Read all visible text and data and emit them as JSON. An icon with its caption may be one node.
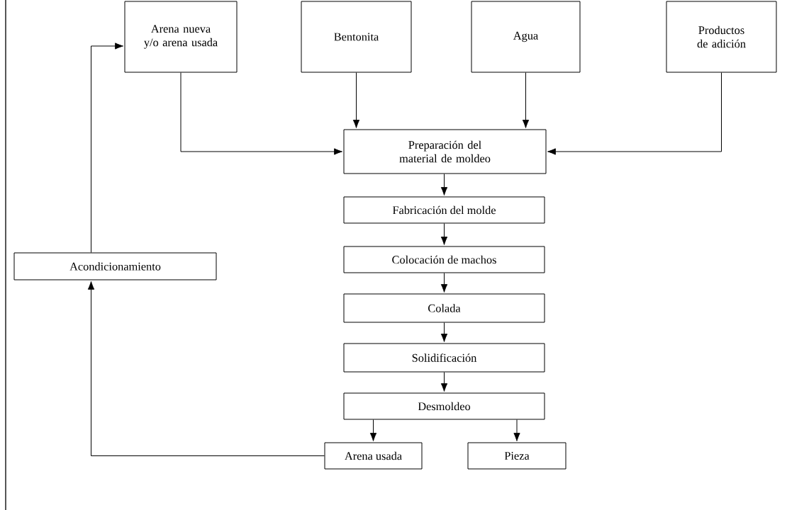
{
  "diagram": {
    "nodes": [
      {
        "text": [
          "Arena nueva y/o arena usada"
        ]
      },
      {
        "text": [
          "Bentonita"
        ]
      },
      {
        "text": [
          "Agua"
        ]
      },
      {
        "text": [
          "Productos de adición"
        ]
      },
      {
        "text": [
          "Preparación del material de moldeo"
        ]
      },
      {
        "text": [
          "Fabricación del molde"
        ]
      },
      {
        "text": [
          "Colocación de machos"
        ]
      },
      {
        "text": [
          "Colada"
        ]
      },
      {
        "text": [
          "Solidificación"
        ]
      },
      {
        "text": [
          "Desmoldeo"
        ]
      },
      {
        "text": [
          "Arena usada"
        ]
      },
      {
        "text": [
          "Pieza"
        ]
      },
      {
        "text": [
          "Acondicionamiento"
        ]
      }
    ],
    "edges": [
      {
        "from": 0,
        "to": 4,
        "arrow": "to"
      },
      {
        "from": 1,
        "to": 4,
        "arrow": "to"
      },
      {
        "from": 2,
        "to": 4,
        "arrow": "to"
      },
      {
        "from": 3,
        "to": 4,
        "arrow": "to"
      },
      {
        "from": 4,
        "to": 5,
        "arrow": "to"
      },
      {
        "from": 5,
        "to": 6,
        "arrow": "to"
      },
      {
        "from": 6,
        "to": 7,
        "arrow": "to"
      },
      {
        "from": 7,
        "to": 8,
        "arrow": "to"
      },
      {
        "from": 8,
        "to": 9,
        "arrow": "to"
      },
      {
        "from": 9,
        "to": 10,
        "arrow": "to"
      },
      {
        "from": 9,
        "to": 11,
        "arrow": "to"
      },
      {
        "from": 10,
        "to": 12,
        "arrow": "to"
      },
      {
        "from": 12,
        "to": 0,
        "arrow": "to"
      }
    ]
  }
}
